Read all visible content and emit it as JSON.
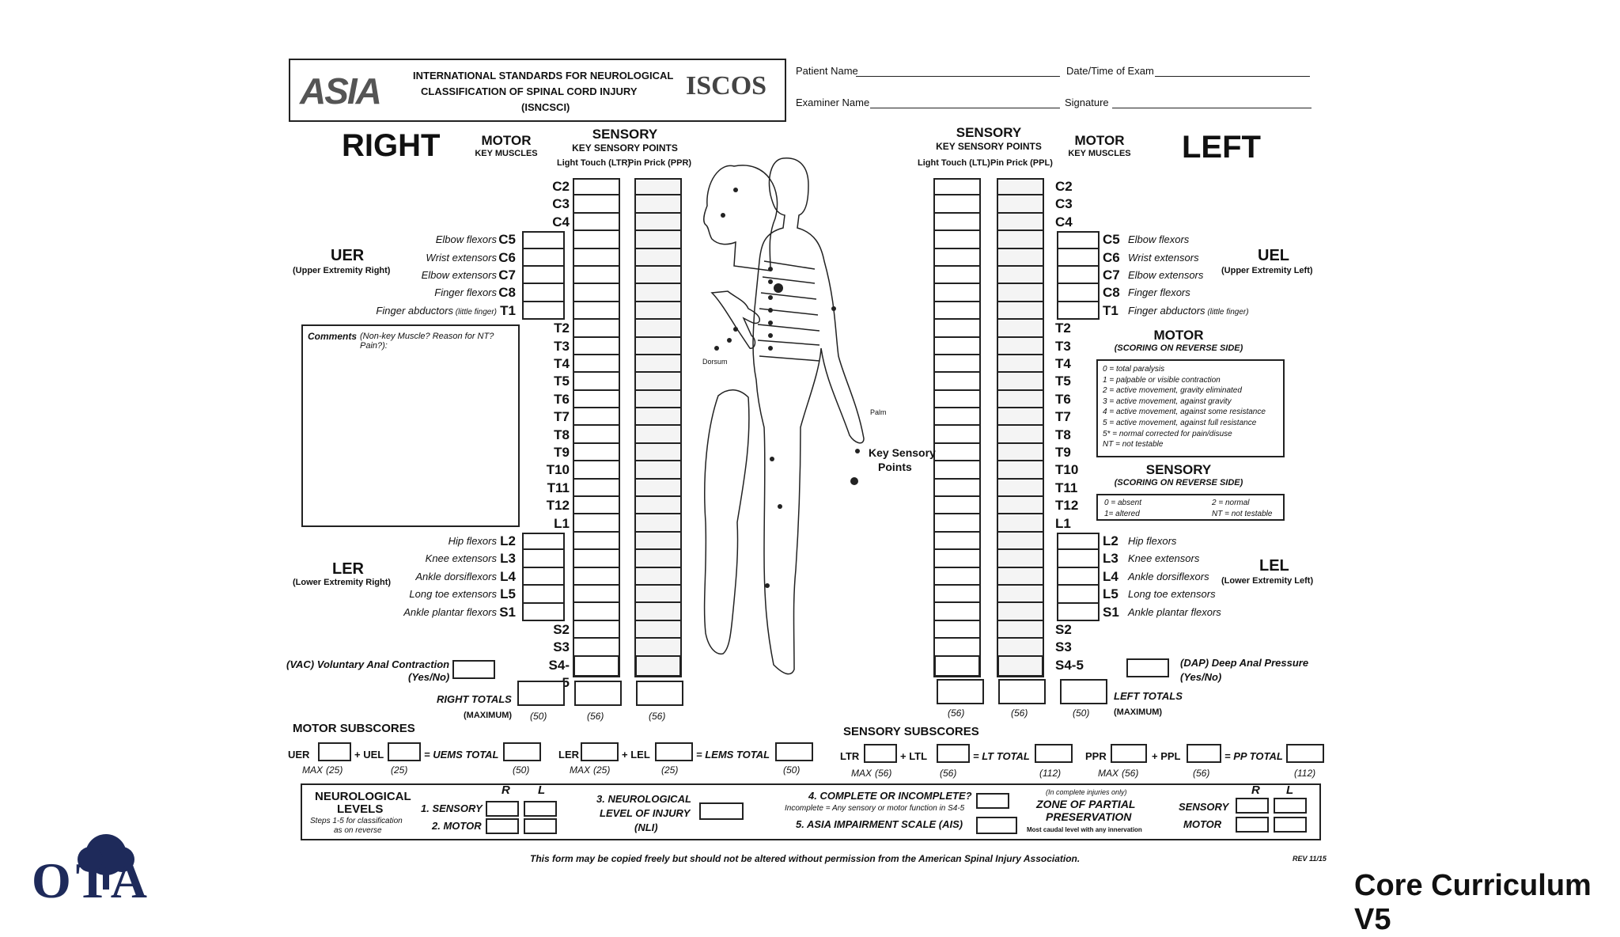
{
  "header": {
    "logo_text": "ASIA",
    "title_lines": [
      "INTERNATIONAL STANDARDS FOR NEUROLOGICAL",
      "CLASSIFICATION OF SPINAL CORD INJURY",
      "(ISNCSCI)"
    ],
    "iscos": "ISCOS",
    "patient_name": "Patient Name",
    "datetime": "Date/Time of Exam",
    "examiner": "Examiner Name",
    "signature": "Signature"
  },
  "right": {
    "title": "RIGHT",
    "motor": "MOTOR",
    "key_muscles": "KEY MUSCLES",
    "sensory": "SENSORY",
    "key_points": "KEY SENSORY POINTS",
    "ltr": "Light Touch (LTR)",
    "ppr": "Pin Prick (PPR)",
    "uer": "UER",
    "uer_sub": "(Upper Extremity Right)",
    "ler": "LER",
    "ler_sub": "(Lower Extremity Right)",
    "comments": "Comments",
    "comments_sub": "(Non-key Muscle? Reason for NT? Pain?):",
    "vac": "(VAC) Voluntary Anal Contraction",
    "vac_sub": "(Yes/No)",
    "totals": "RIGHT TOTALS",
    "maximum": "(MAXIMUM)",
    "max_values": [
      "(50)",
      "(56)",
      "(56)"
    ]
  },
  "left": {
    "title": "LEFT",
    "motor": "MOTOR",
    "key_muscles": "KEY MUSCLES",
    "sensory": "SENSORY",
    "key_points": "KEY SENSORY POINTS",
    "ltl": "Light Touch (LTL)",
    "ppl": "Pin Prick (PPL)",
    "uel": "UEL",
    "uel_sub": "(Upper Extremity Left)",
    "lel": "LEL",
    "lel_sub": "(Lower Extremity Left)",
    "dap": "(DAP) Deep Anal Pressure",
    "dap_sub": "(Yes/No)",
    "totals": "LEFT TOTALS",
    "maximum": "(MAXIMUM)",
    "max_values": [
      "(56)",
      "(56)",
      "(50)"
    ]
  },
  "levels": [
    "C2",
    "C3",
    "C4",
    "C5",
    "C6",
    "C7",
    "C8",
    "T1",
    "T2",
    "T3",
    "T4",
    "T5",
    "T6",
    "T7",
    "T8",
    "T9",
    "T10",
    "T11",
    "T12",
    "L1",
    "L2",
    "L3",
    "L4",
    "L5",
    "S1",
    "S2",
    "S3",
    "S4-5"
  ],
  "upper_muscles": [
    "Elbow flexors",
    "Wrist extensors",
    "Elbow extensors",
    "Finger flexors",
    "Finger abductors"
  ],
  "finger_note": "(little finger)",
  "lower_muscles": [
    "Hip flexors",
    "Knee extensors",
    "Ankle dorsiflexors",
    "Long toe extensors",
    "Ankle plantar flexors"
  ],
  "motor_scale": {
    "title": "MOTOR",
    "subtitle": "(SCORING ON REVERSE SIDE)",
    "lines": [
      "0 = total paralysis",
      "1 = palpable or visible contraction",
      "2 = active movement, gravity eliminated",
      "3 = active movement, against gravity",
      "4 = active movement, against some resistance",
      "5 = active movement, against full resistance",
      "5* = normal corrected for pain/disuse",
      "NT = not testable"
    ]
  },
  "sensory_scale": {
    "title": "SENSORY",
    "subtitle": "(SCORING ON REVERSE SIDE)",
    "lines": [
      "0 = absent",
      "2 = normal",
      "1= altered",
      "NT = not testable"
    ]
  },
  "body": {
    "key_points": "Key Sensory",
    "key_points2": "Points",
    "dorsum": "Dorsum",
    "palm": "Palm"
  },
  "motor_subscores": {
    "title": "MOTOR SUBSCORES",
    "uer": "UER",
    "uel": "+ UEL",
    "uems": "= UEMS TOTAL",
    "ler": "LER",
    "lel": "+ LEL",
    "lems": "= LEMS TOTAL",
    "max": "MAX",
    "m25a": "(25)",
    "m25b": "(25)",
    "m50a": "(50)",
    "m25c": "(25)",
    "m25d": "(25)",
    "m50b": "(50)"
  },
  "sensory_subscores": {
    "title": "SENSORY SUBSCORES",
    "ltr": "LTR",
    "ltl": "+ LTL",
    "lt": "= LT TOTAL",
    "ppr": "PPR",
    "ppl": "+ PPL",
    "pp": "= PP TOTAL",
    "max": "MAX",
    "s56a": "(56)",
    "s56b": "(56)",
    "s112a": "(112)",
    "s56c": "(56)",
    "s56d": "(56)",
    "s112b": "(112)"
  },
  "neuro": {
    "title1": "NEUROLOGICAL",
    "title2": "LEVELS",
    "steps": "Steps 1-5 for classification",
    "steps2": "as on reverse",
    "r": "R",
    "l": "L",
    "sensory": "1. SENSORY",
    "motor": "2. MOTOR",
    "nli1": "3. NEUROLOGICAL",
    "nli2": "LEVEL OF INJURY",
    "nli3": "(NLI)",
    "complete": "4. COMPLETE OR INCOMPLETE?",
    "incomplete_note": "Incomplete = Any sensory or motor function in S4-5",
    "ais": "5. ASIA IMPAIRMENT SCALE (AIS)",
    "zpp_note": "(In complete injuries only)",
    "zpp1": "ZONE OF PARTIAL",
    "zpp2": "PRESERVATION",
    "zpp_sub": "Most caudal level with any innervation",
    "zsens": "SENSORY",
    "zmotor": "MOTOR"
  },
  "footer": {
    "copy": "This form may be copied freely but should not be altered without permission from the American Spinal Injury Association.",
    "rev": "REV 11/15",
    "brand": "Core Curriculum V5",
    "ota": "OTA"
  }
}
